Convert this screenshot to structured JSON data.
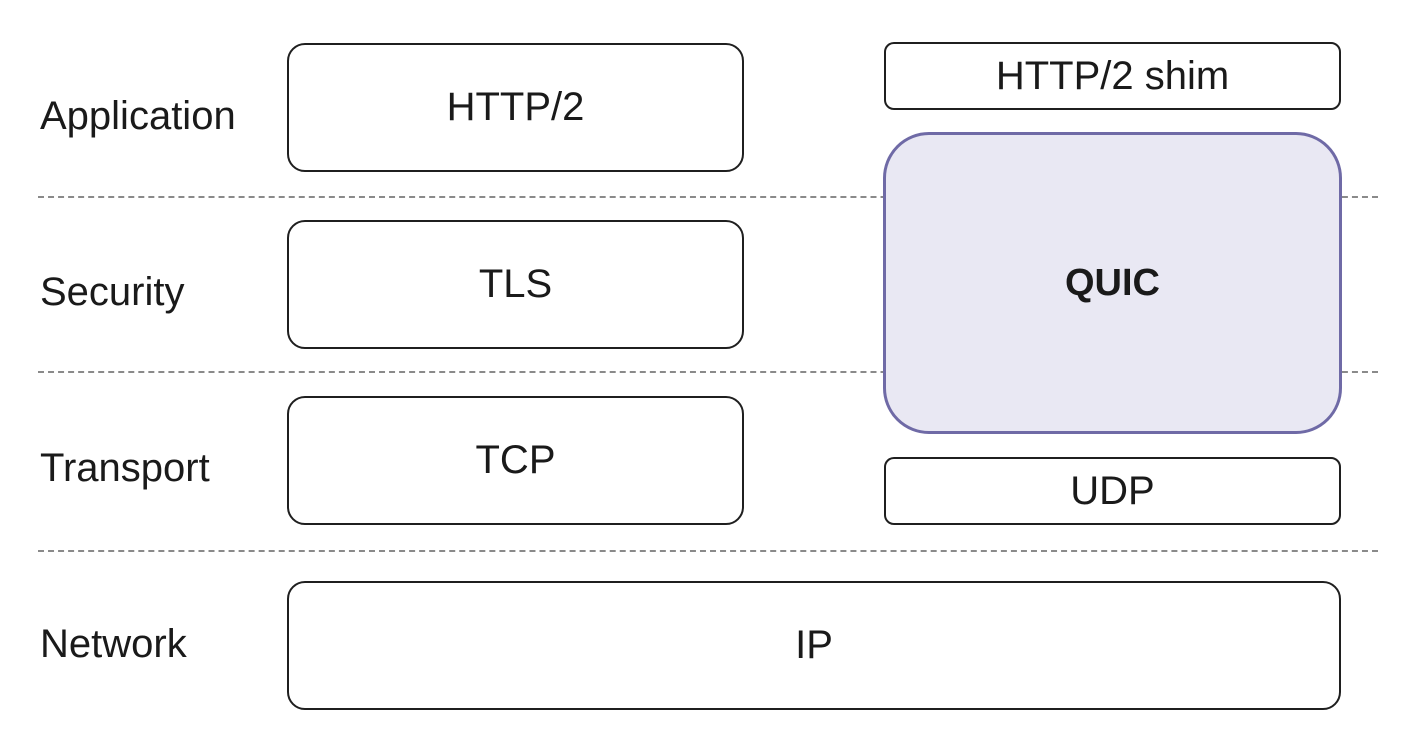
{
  "layers": {
    "application": "Application",
    "security": "Security",
    "transport": "Transport",
    "network": "Network"
  },
  "left_stack": {
    "http2": "HTTP/2",
    "tls": "TLS",
    "tcp": "TCP"
  },
  "right_stack": {
    "http2_shim": "HTTP/2 shim",
    "quic": "QUIC",
    "udp": "UDP"
  },
  "shared": {
    "ip": "IP"
  },
  "colors": {
    "quic_fill": "#e9e8f3",
    "quic_border": "#6f6aa6",
    "box_border": "#1f1f1f",
    "divider": "#8a8a8a"
  }
}
